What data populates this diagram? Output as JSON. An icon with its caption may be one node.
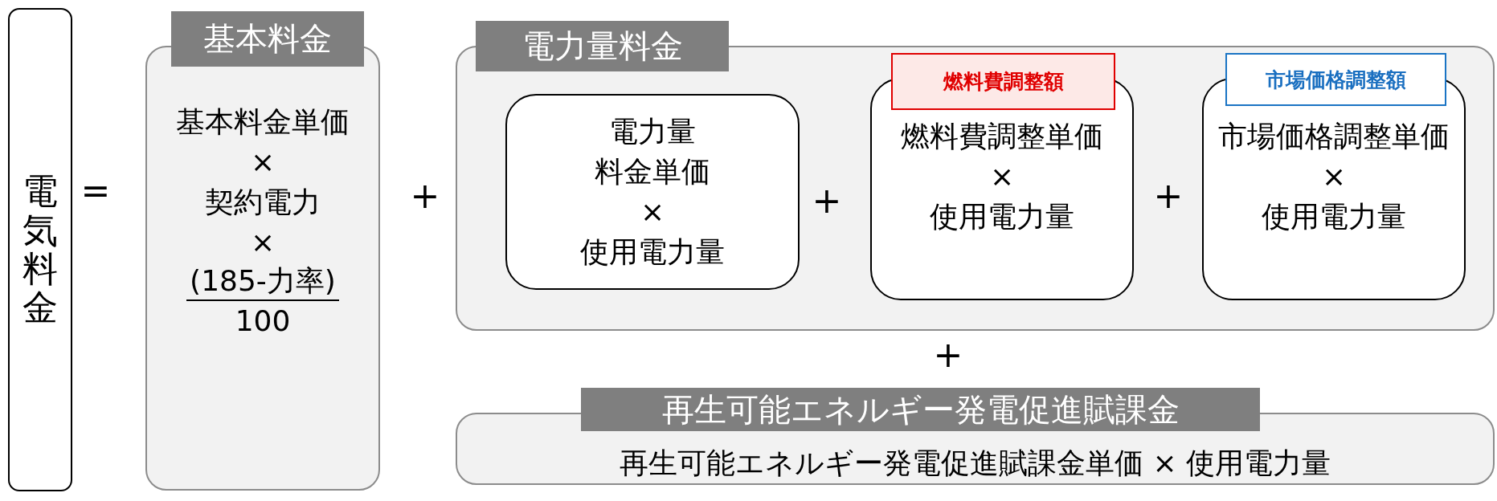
{
  "diagram": {
    "nodes": [
      {
        "text": [
          "電気料金"
        ]
      },
      {
        "text": [
          "基本料金",
          "基本料金単価",
          "×",
          "契約電力",
          "×",
          "(185-力率)",
          "100"
        ]
      },
      {
        "text": [
          "電力量料金"
        ]
      },
      {
        "text": [
          "電力量料金単価",
          "×",
          "使用電力量"
        ],
        "in": 2
      },
      {
        "text": [
          "燃料費調整額",
          "燃料費調整単価",
          "×",
          "使用電力量"
        ],
        "in": 2
      },
      {
        "text": [
          "市場価格調整額",
          "市場価格調整単価",
          "×",
          "使用電力量"
        ],
        "in": 2
      },
      {
        "text": [
          "再生可能エネルギー発電促進賦課金",
          "再生可能エネルギー発電促進賦課金単価 × 使用電力量"
        ]
      }
    ],
    "labels": [
      "=",
      "+",
      "+",
      "+",
      "+"
    ]
  }
}
